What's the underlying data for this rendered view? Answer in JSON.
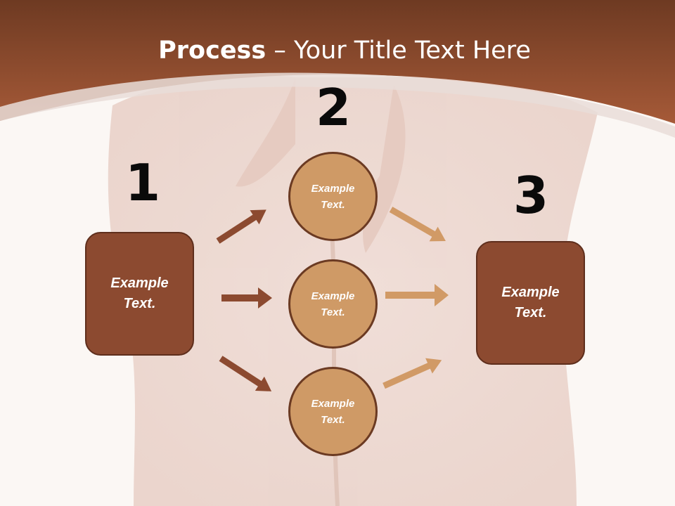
{
  "slide": {
    "title_bold": "Process",
    "title_rest": " – Your Title Text Here",
    "step_numbers": [
      "1",
      "2",
      "3"
    ],
    "left_box": "Example Text.",
    "right_box": "Example Text.",
    "circles": [
      "Example Text.",
      "Example Text.",
      "Example Text."
    ]
  },
  "colors": {
    "header": "#9a5433",
    "box_fill": "#8c4a30",
    "circle_fill": "#cf9a66",
    "arrow_left": "#8c4a30",
    "arrow_right": "#d19a66"
  }
}
